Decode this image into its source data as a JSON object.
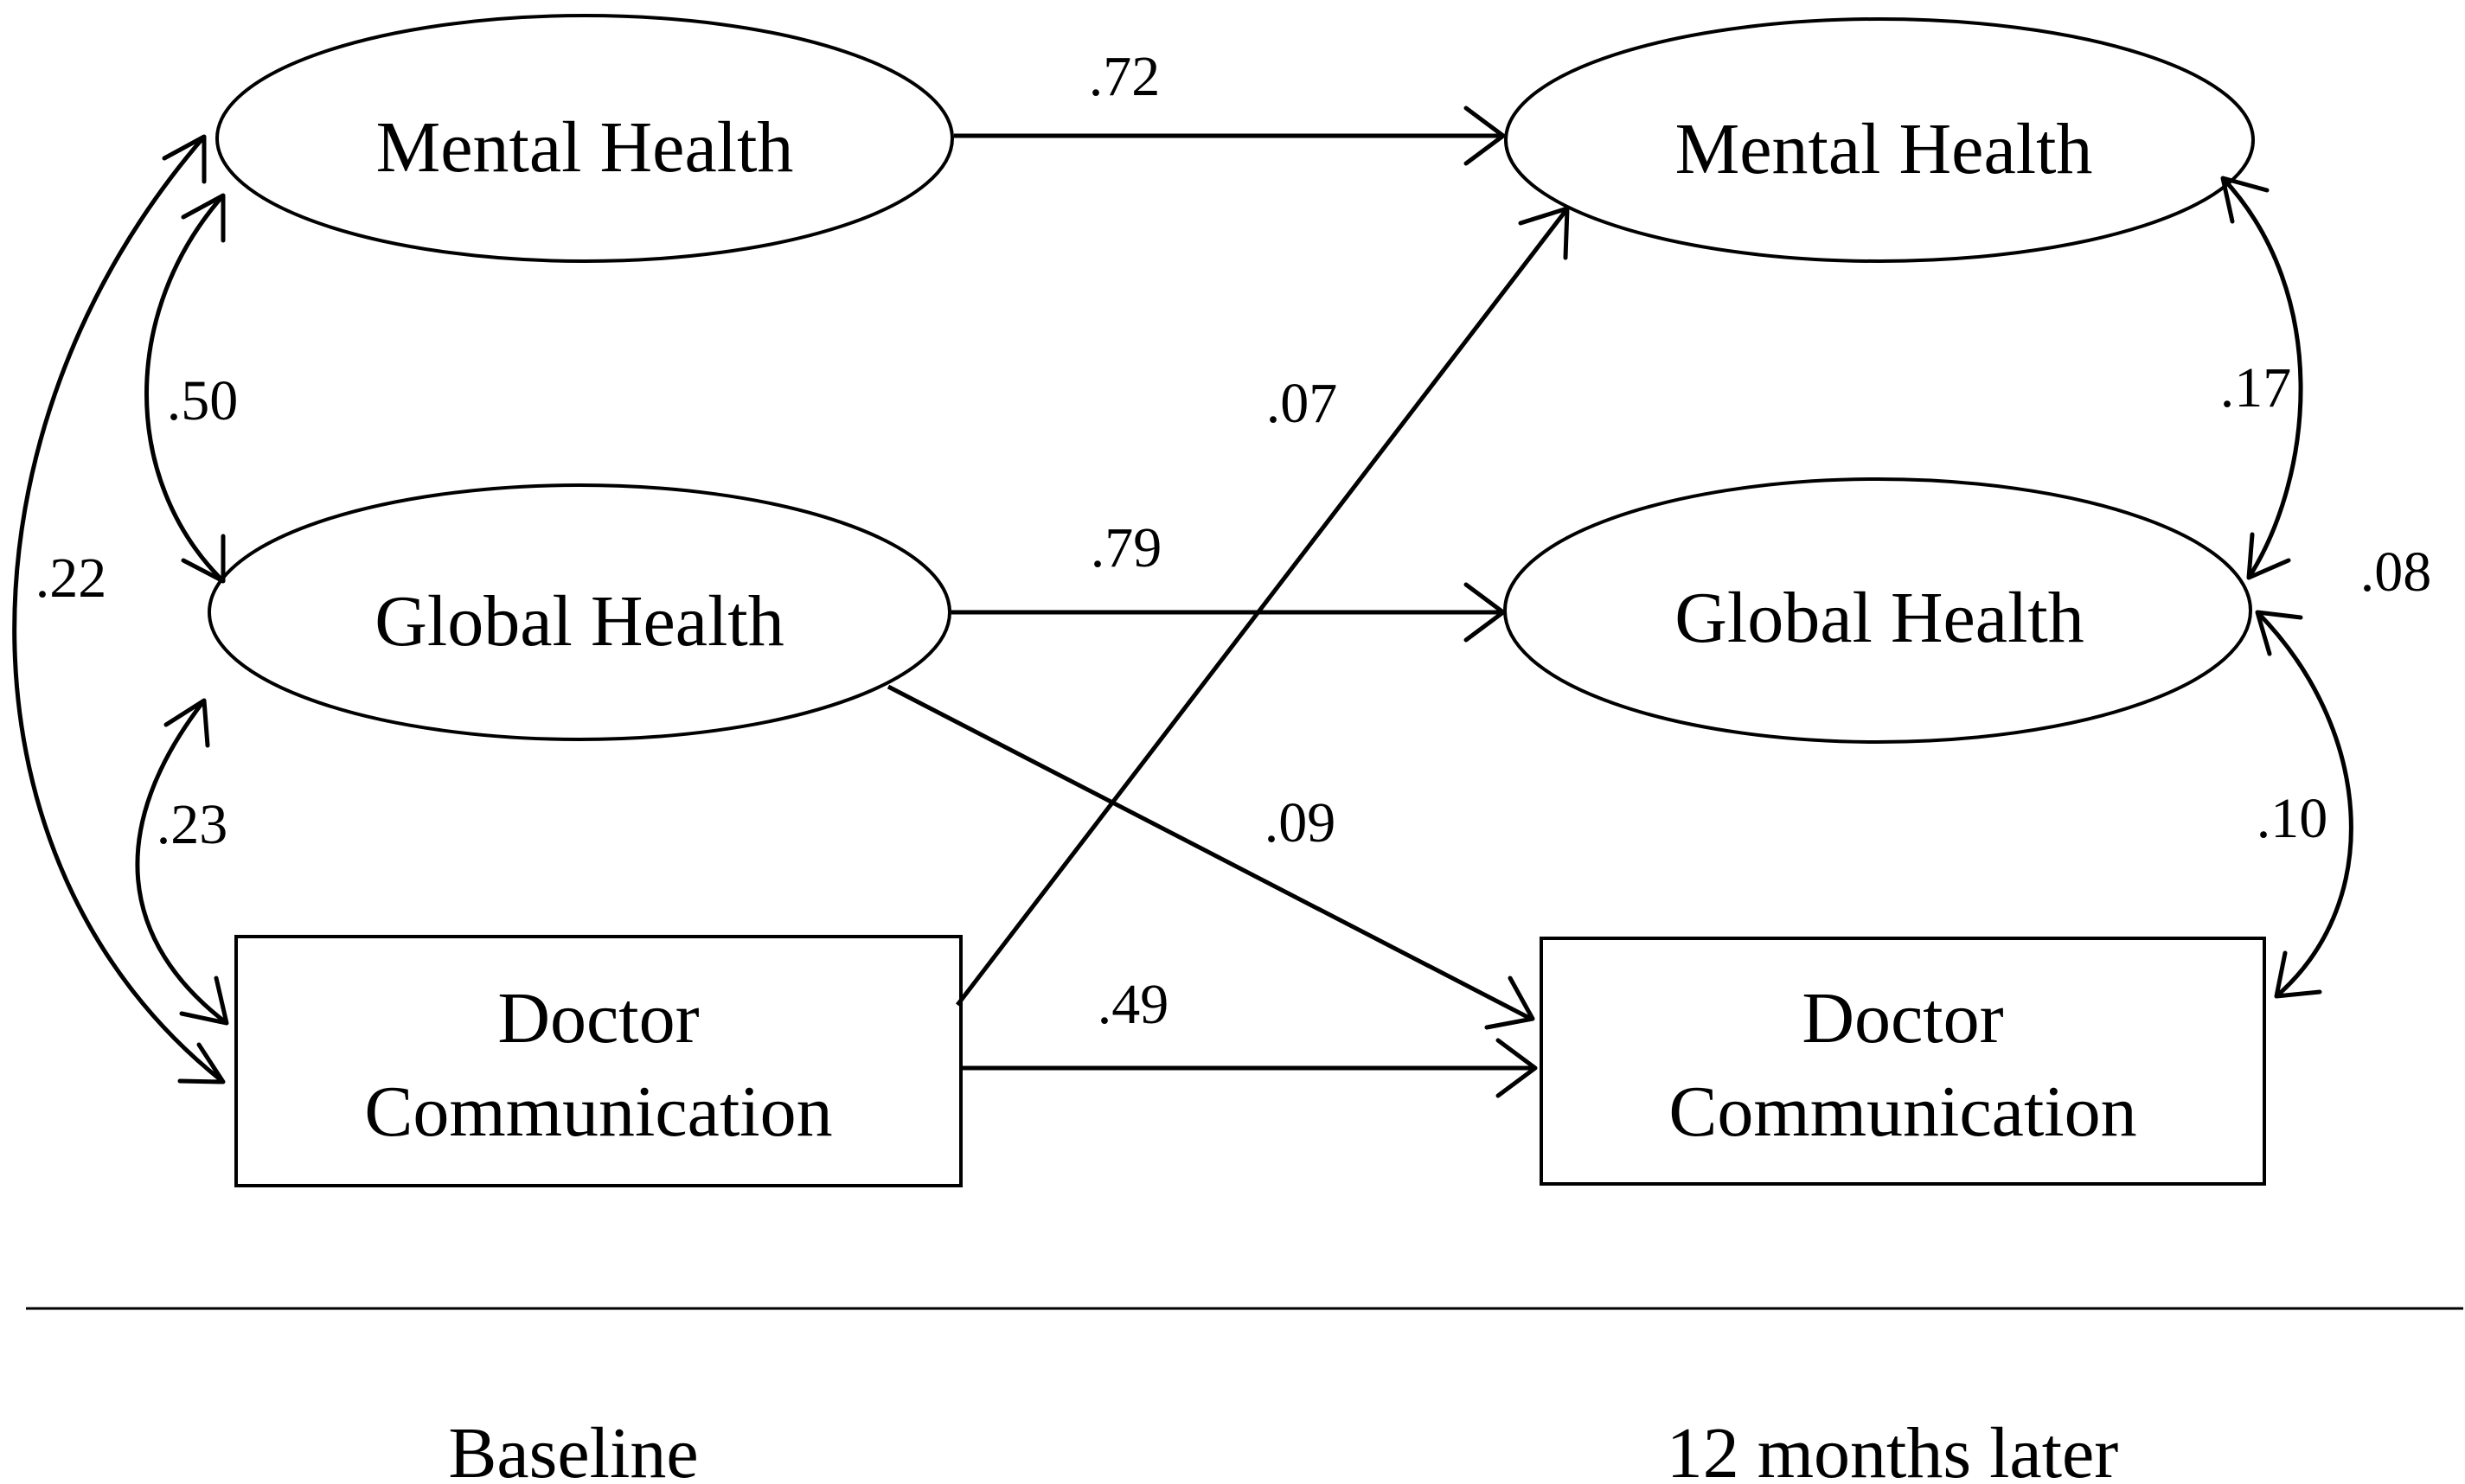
{
  "nodes": {
    "b_mental": {
      "label": [
        "Mental Health"
      ]
    },
    "b_global": {
      "label": [
        "Global Health"
      ]
    },
    "b_doctor": {
      "label": [
        "Doctor",
        "Communication"
      ]
    },
    "l_mental": {
      "label": [
        "Mental Health"
      ]
    },
    "l_global": {
      "label": [
        "Global Health"
      ]
    },
    "l_doctor": {
      "label": [
        "Doctor",
        "Communication"
      ]
    }
  },
  "paths": {
    "mental_stability": ".72",
    "global_stability": ".79",
    "doctor_stability": ".49",
    "doctor_to_mental": ".07",
    "global_to_doctor": ".09"
  },
  "correlations": {
    "b_mental_global": ".50",
    "b_global_doctor": ".23",
    "b_mental_doctor": ".22",
    "l_mental_global": ".17",
    "l_global_doctor": ".10",
    "l_mental_doctor": ".08"
  },
  "footer": {
    "baseline": "Baseline",
    "later": "12 months later"
  }
}
